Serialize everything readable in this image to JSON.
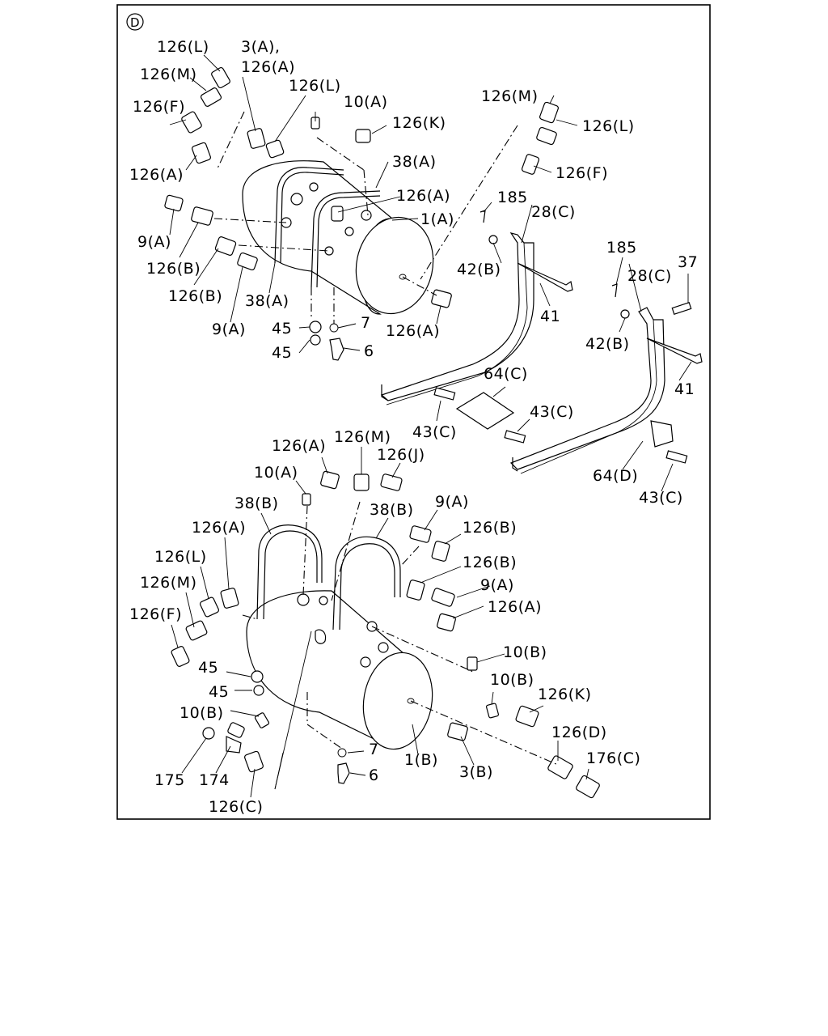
{
  "section_marker": "D",
  "callouts": [
    "126(L)",
    "3(A),",
    "126(A)",
    "126(M)",
    "126(L)",
    "10(A)",
    "126(F)",
    "126(K)",
    "126(M)",
    "126(L)",
    "38(A)",
    "126(A)",
    "126(F)",
    "126(A)",
    "185",
    "1(A)",
    "28(C)",
    "9(A)",
    "126(B)",
    "42(B)",
    "126(B)",
    "38(A)",
    "185",
    "37",
    "28(C)",
    "9(A)",
    "41",
    "45",
    "7",
    "126(A)",
    "42(B)",
    "45",
    "6",
    "41",
    "64(C)",
    "43(C)",
    "43(C)",
    "126(A)",
    "126(M)",
    "126(J)",
    "10(A)",
    "64(D)",
    "43(C)",
    "38(B)",
    "38(B)",
    "9(A)",
    "126(A)",
    "126(B)",
    "126(L)",
    "126(B)",
    "126(M)",
    "9(A)",
    "126(F)",
    "126(A)",
    "10(B)",
    "45",
    "45",
    "10(B)",
    "126(K)",
    "10(B)",
    "126(D)",
    "7",
    "1(B)",
    "176(C)",
    "6",
    "175",
    "174",
    "3(B)",
    "126(C)"
  ]
}
